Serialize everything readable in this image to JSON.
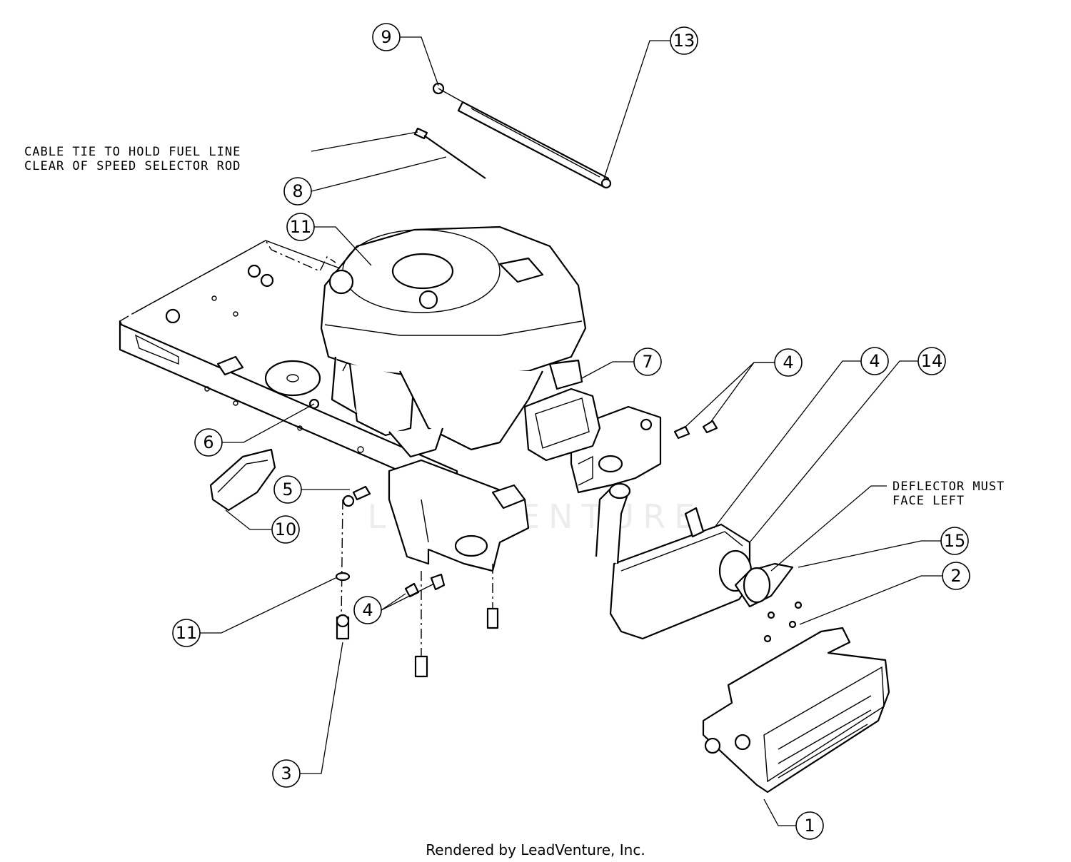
{
  "notes": {
    "cable_tie_line1": "CABLE TIE TO HOLD FUEL LINE",
    "cable_tie_line2": "CLEAR OF SPEED SELECTOR ROD",
    "deflector_line1": "DEFLECTOR MUST",
    "deflector_line2": "FACE LEFT"
  },
  "callouts": {
    "c9": "9",
    "c13": "13",
    "c8": "8",
    "c11_top": "11",
    "c7": "7",
    "c4_a": "4",
    "c4_b": "4",
    "c14": "14",
    "c6": "6",
    "c5": "5",
    "c10": "10",
    "c15": "15",
    "c2": "2",
    "c4_c": "4",
    "c11_bottom": "11",
    "c3": "3",
    "c1": "1"
  },
  "watermark": "LEADVENTURE",
  "footer": "Rendered by LeadVenture, Inc."
}
